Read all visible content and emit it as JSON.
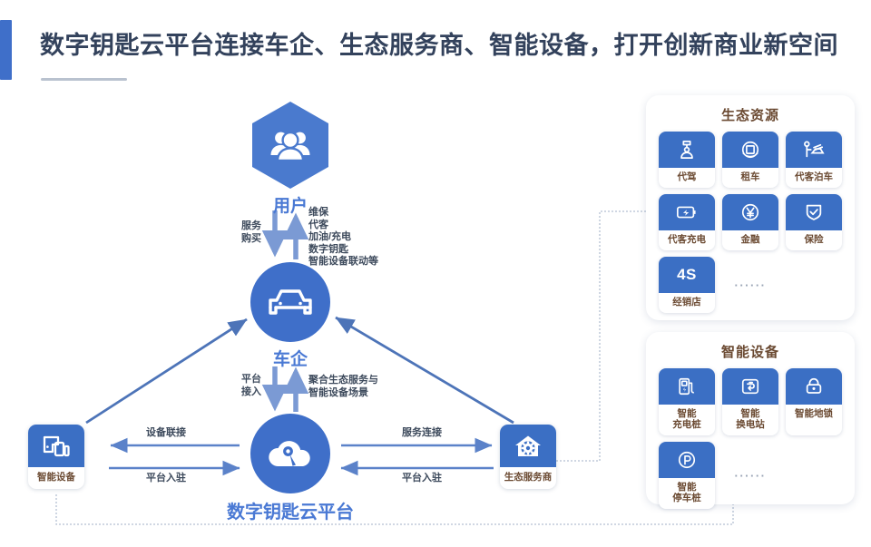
{
  "page": {
    "title": "数字钥匙云平台连接车企、生态服务商、智能设备，打开创新商业新空间",
    "accent_color": "#3f6fc9",
    "tile_color": "#3b6fc4",
    "label_color": "#6b4a32",
    "node_label_color": "#4a79d4",
    "background": "#ffffff"
  },
  "nodes": {
    "user": {
      "label": "用户",
      "icon": "users-icon"
    },
    "oem": {
      "label": "车企",
      "icon": "car-icon"
    },
    "platform": {
      "label": "数字钥匙云平台",
      "icon": "cloud-key-icon"
    },
    "smart_device": {
      "label": "智能设备",
      "icon": "devices-icon"
    },
    "eco_provider": {
      "label": "生态服务商",
      "icon": "house-gear-icon"
    }
  },
  "edges": {
    "user_to_oem_down": "服务\n购买",
    "oem_to_user_up": "维保\n代客\n加油/充电\n数字钥匙\n智能设备联动等",
    "oem_to_platform_down": "平台\n接入",
    "platform_to_oem_up": "聚合生态服务与\n智能设备场景",
    "platform_to_device": "设备联接",
    "device_to_platform": "平台入驻",
    "platform_to_provider": "服务连接",
    "provider_to_platform": "平台入驻"
  },
  "panels": [
    {
      "id": "eco-resources",
      "title": "生态资源",
      "tiles": [
        {
          "label": "代驾",
          "icon": "chauffeur-icon"
        },
        {
          "label": "租车",
          "icon": "rental-icon"
        },
        {
          "label": "代客泊车",
          "icon": "valet-parking-icon"
        },
        {
          "label": "代客充电",
          "icon": "valet-charging-icon"
        },
        {
          "label": "金融",
          "icon": "finance-yuan-icon"
        },
        {
          "label": "保险",
          "icon": "insurance-shield-icon"
        },
        {
          "label": "经销店",
          "icon": "4s-text-icon",
          "icon_text": "4S"
        }
      ],
      "more": "······"
    },
    {
      "id": "smart-devices",
      "title": "智能设备",
      "tiles": [
        {
          "label": "智能\n充电桩",
          "icon": "charging-pile-icon"
        },
        {
          "label": "智能\n换电站",
          "icon": "battery-swap-icon"
        },
        {
          "label": "智能地锁",
          "icon": "ground-lock-icon"
        },
        {
          "label": "智能\n停车桩",
          "icon": "parking-pile-icon"
        }
      ],
      "more": "······"
    }
  ]
}
